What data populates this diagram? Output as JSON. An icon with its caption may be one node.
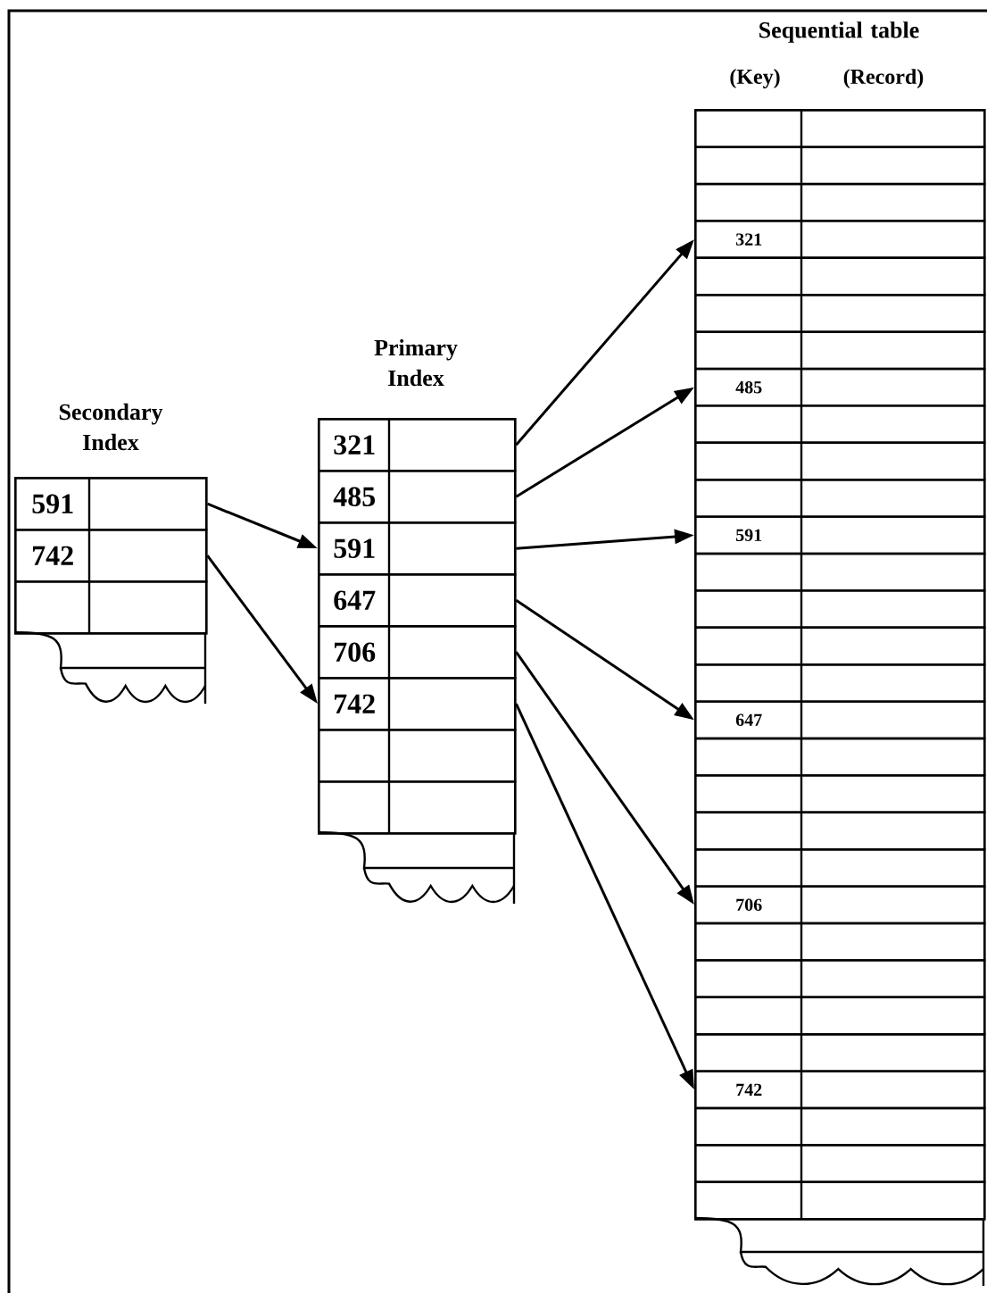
{
  "diagram": {
    "nodes": [
      {
        "text": [
          "Secondary Index"
        ]
      },
      {
        "text": [
          "591"
        ],
        "in": 0
      },
      {
        "text": [
          "742"
        ],
        "in": 0
      },
      {
        "text": [],
        "shape": "box",
        "in": 0
      },
      {
        "text": [
          "Primary Index"
        ]
      },
      {
        "text": [
          "321"
        ],
        "in": 4
      },
      {
        "text": [
          "485"
        ],
        "in": 4
      },
      {
        "text": [
          "591"
        ],
        "in": 4
      },
      {
        "text": [
          "647"
        ],
        "in": 4
      },
      {
        "text": [
          "706"
        ],
        "in": 4
      },
      {
        "text": [
          "742"
        ],
        "in": 4
      },
      {
        "text": [],
        "shape": "box",
        "in": 4
      },
      {
        "text": [],
        "shape": "box",
        "in": 4
      },
      {
        "text": [
          "Sequential table",
          "(Key)",
          "(Record)"
        ]
      },
      {
        "text": [],
        "shape": "box",
        "in": 13
      },
      {
        "text": [],
        "shape": "box",
        "in": 13
      },
      {
        "text": [],
        "shape": "box",
        "in": 13
      },
      {
        "text": [
          "321"
        ],
        "in": 13
      },
      {
        "text": [],
        "shape": "box",
        "in": 13
      },
      {
        "text": [],
        "shape": "box",
        "in": 13
      },
      {
        "text": [],
        "shape": "box",
        "in": 13
      },
      {
        "text": [
          "485"
        ],
        "in": 13
      },
      {
        "text": [],
        "shape": "box",
        "in": 13
      },
      {
        "text": [],
        "shape": "box",
        "in": 13
      },
      {
        "text": [],
        "shape": "box",
        "in": 13
      },
      {
        "text": [
          "591"
        ],
        "in": 13
      },
      {
        "text": [],
        "shape": "box",
        "in": 13
      },
      {
        "text": [],
        "shape": "box",
        "in": 13
      },
      {
        "text": [],
        "shape": "box",
        "in": 13
      },
      {
        "text": [],
        "shape": "box",
        "in": 13
      },
      {
        "text": [
          "647"
        ],
        "in": 13
      },
      {
        "text": [],
        "shape": "box",
        "in": 13
      },
      {
        "text": [],
        "shape": "box",
        "in": 13
      },
      {
        "text": [],
        "shape": "box",
        "in": 13
      },
      {
        "text": [],
        "shape": "box",
        "in": 13
      },
      {
        "text": [
          "706"
        ],
        "in": 13
      },
      {
        "text": [],
        "shape": "box",
        "in": 13
      },
      {
        "text": [],
        "shape": "box",
        "in": 13
      },
      {
        "text": [],
        "shape": "box",
        "in": 13
      },
      {
        "text": [],
        "shape": "box",
        "in": 13
      },
      {
        "text": [
          "742"
        ],
        "in": 13
      },
      {
        "text": [],
        "shape": "box",
        "in": 13
      },
      {
        "text": [],
        "shape": "box",
        "in": 13
      },
      {
        "text": [],
        "shape": "box",
        "in": 13
      }
    ],
    "edges": [
      {
        "from": 1,
        "to": 7,
        "arrow": "to"
      },
      {
        "from": 2,
        "to": 10,
        "arrow": "to"
      },
      {
        "from": 5,
        "to": 17,
        "arrow": "to"
      },
      {
        "from": 6,
        "to": 21,
        "arrow": "to"
      },
      {
        "from": 7,
        "to": 25,
        "arrow": "to"
      },
      {
        "from": 8,
        "to": 30,
        "arrow": "to"
      },
      {
        "from": 9,
        "to": 35,
        "arrow": "to"
      },
      {
        "from": 10,
        "to": 40,
        "arrow": "to"
      }
    ]
  }
}
